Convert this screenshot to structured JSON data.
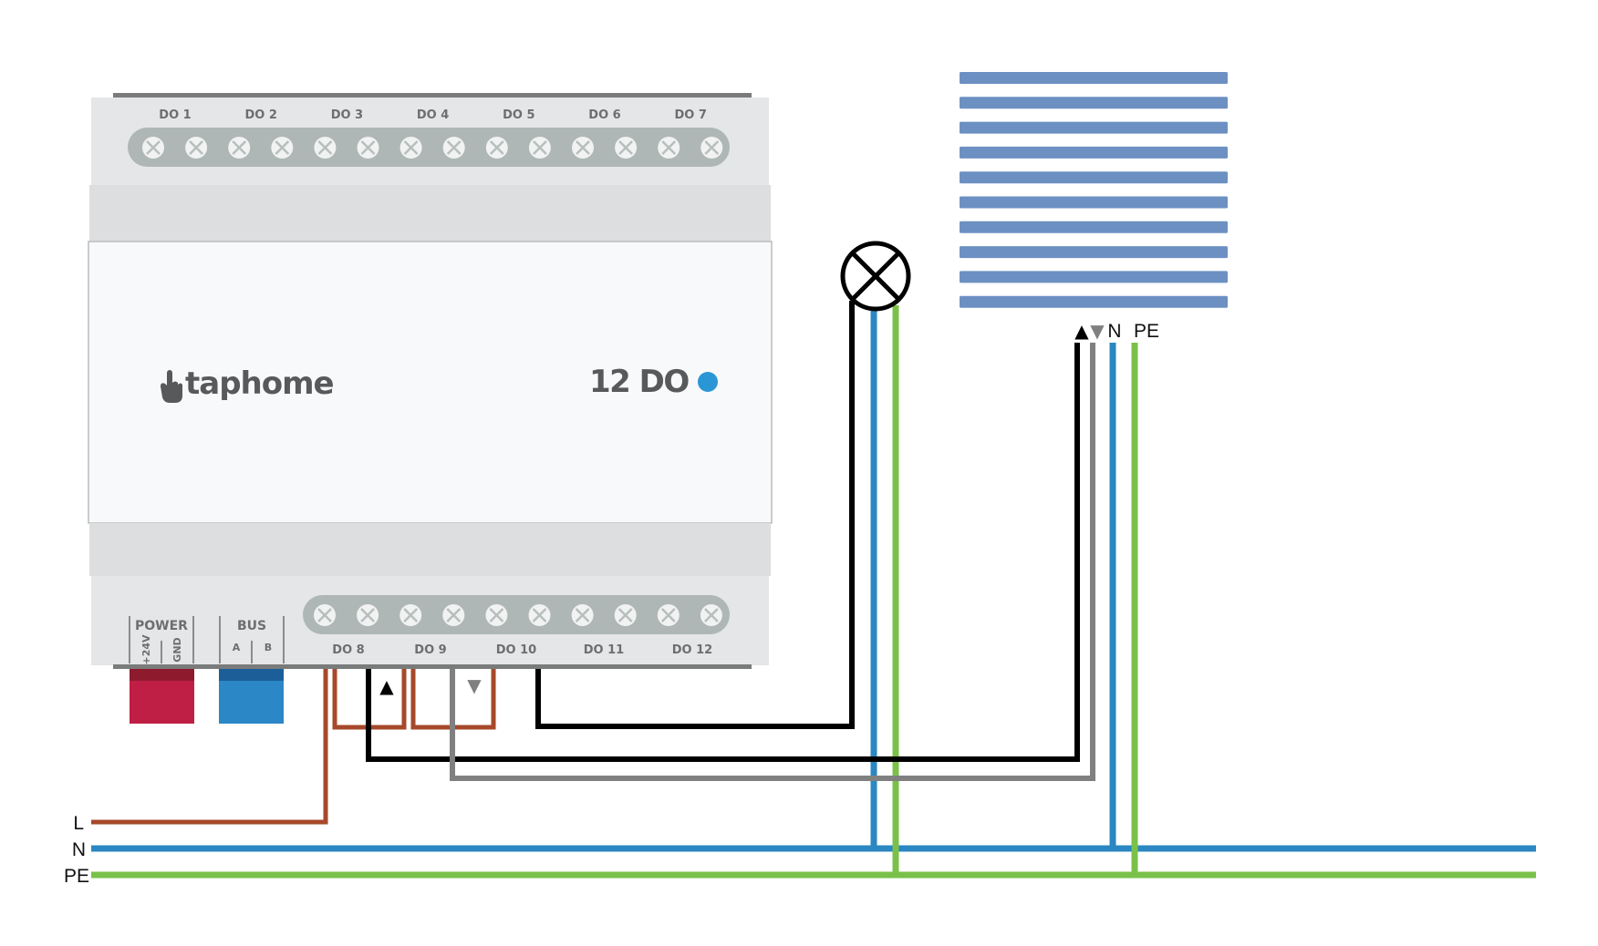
{
  "module": {
    "brand": "taphome",
    "model": "12 DO",
    "top_outputs": [
      "DO 1",
      "DO 2",
      "DO 3",
      "DO 4",
      "DO 5",
      "DO 6",
      "DO 7"
    ],
    "bottom_outputs": [
      "DO 8",
      "DO 9",
      "DO 10",
      "DO 11",
      "DO 12"
    ],
    "power": {
      "label": "POWER",
      "pins": [
        "+24V",
        "GND"
      ]
    },
    "bus": {
      "label": "BUS",
      "pins": [
        "A",
        "B"
      ]
    },
    "led_color": "#2b96d6"
  },
  "relay_markers": {
    "up": "▲",
    "down": "▼"
  },
  "blind": {
    "up": "▲",
    "down": "▼",
    "neutral": "N",
    "earth": "PE",
    "slat_count": 10
  },
  "supply_lines": [
    {
      "label": "L",
      "color": "#a6492a"
    },
    {
      "label": "N",
      "color": "#2b87c1"
    },
    {
      "label": "PE",
      "color": "#79c14a"
    }
  ],
  "colors": {
    "phase": "#a6492a",
    "neutral": "#2b87c1",
    "earth": "#79c14a",
    "up_wire": "#000000",
    "down_wire": "#808080",
    "power_connector": "#bf1f45",
    "bus_connector": "#2b87c6",
    "blind_slat": "#6c90c2"
  },
  "icons": [
    "lamp-icon",
    "blind-icon",
    "hand-pointer-icon",
    "screw-terminal-icon"
  ]
}
